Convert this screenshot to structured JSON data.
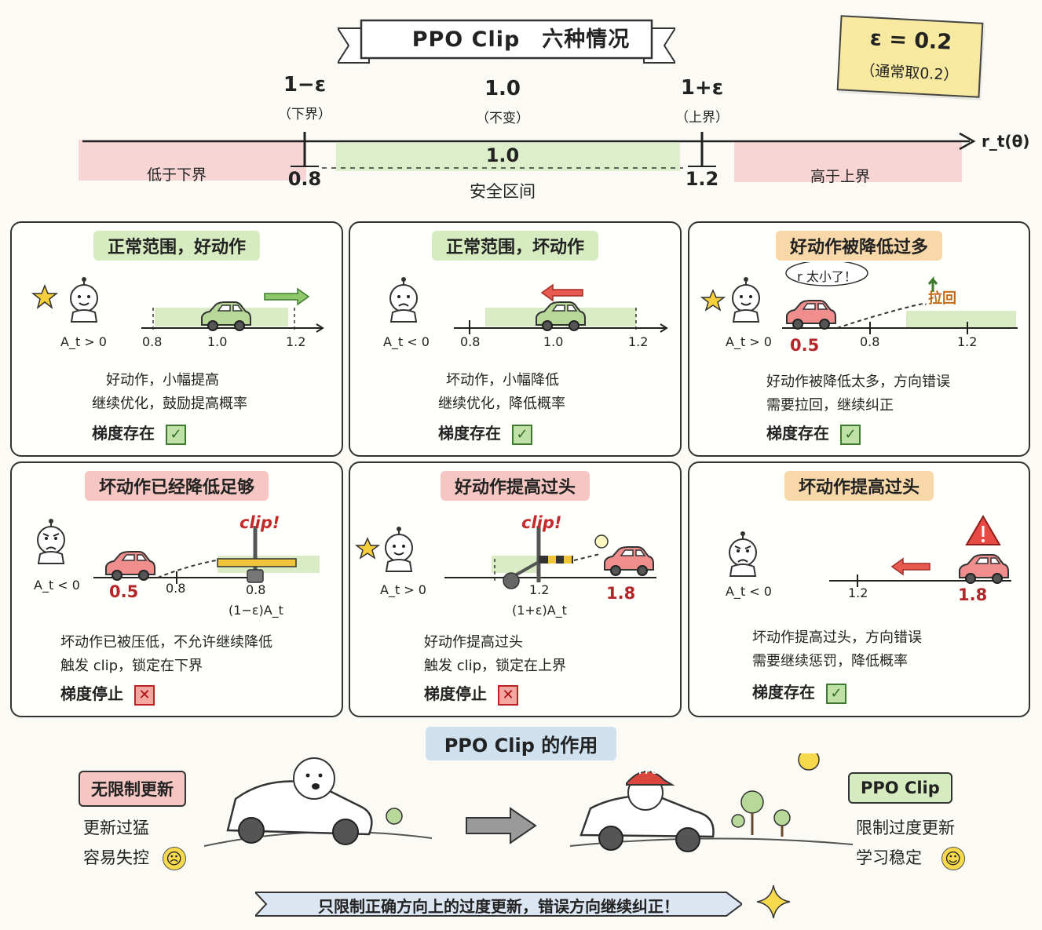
{
  "title": "PPO Clip　六种情况",
  "note": {
    "eps": "ε = 0.2",
    "sub": "（通常取0.2）"
  },
  "axis": {
    "lower_symbol": "1−ε",
    "lower_name": "（下界）",
    "mid_symbol": "1.0",
    "mid_name": "（不变）",
    "upper_symbol": "1+ε",
    "upper_name": "（上界）",
    "var": "r_t(θ)",
    "tick_low": "0.8",
    "tick_mid": "1.0",
    "tick_high": "1.2",
    "zone_low": "低于下界",
    "zone_safe": "安全区间",
    "zone_high": "高于上界"
  },
  "panels": [
    {
      "title": "正常范围，好动作",
      "adv": "A_t > 0",
      "ticks": [
        "0.8",
        "1.0",
        "1.2"
      ],
      "desc": [
        "好动作，小幅提高",
        "继续优化，鼓励提高概率"
      ],
      "grad": "梯度存在",
      "ok": true
    },
    {
      "title": "正常范围，坏动作",
      "adv": "A_t < 0",
      "ticks": [
        "0.8",
        "1.0",
        "1.2"
      ],
      "desc": [
        "坏动作，小幅降低",
        "继续优化，降低概率"
      ],
      "grad": "梯度存在",
      "ok": true
    },
    {
      "title": "好动作被降低过多",
      "adv": "A_t > 0",
      "bubble": "r 太小了！",
      "pull": "拉回",
      "value": "0.5",
      "ticks": [
        "0.8",
        "1.2"
      ],
      "desc": [
        "好动作被降低太多，方向错误",
        "需要拉回，继续纠正"
      ],
      "grad": "梯度存在",
      "ok": true
    },
    {
      "title": "坏动作已经降低足够",
      "adv": "A_t < 0",
      "clip": "clip!",
      "value": "0.5",
      "ticks": [
        "0.8",
        "0.8"
      ],
      "formula": "(1−ε)A_t",
      "desc": [
        "坏动作已被压低，不允许继续降低",
        "触发 clip，锁定在下界"
      ],
      "grad": "梯度停止",
      "ok": false
    },
    {
      "title": "好动作提高过头",
      "adv": "A_t > 0",
      "clip": "clip!",
      "value": "1.8",
      "ticks": [
        "1.2"
      ],
      "formula": "(1+ε)A_t",
      "desc": [
        "好动作提高过头",
        "触发 clip，锁定在上界"
      ],
      "grad": "梯度停止",
      "ok": false
    },
    {
      "title": "坏动作提高过头",
      "adv": "A_t < 0",
      "value": "1.8",
      "ticks": [
        "1.2"
      ],
      "desc": [
        "坏动作提高过头，方向错误",
        "需要继续惩罚，降低概率"
      ],
      "grad": "梯度存在",
      "ok": true
    }
  ],
  "bottom": {
    "title": "PPO Clip 的作用",
    "left_box": "无限制更新",
    "left_lines": [
      "更新过猛",
      "容易失控"
    ],
    "right_box": "PPO Clip",
    "right_lines": [
      "限制过度更新",
      "学习稳定"
    ],
    "cap_label": "PPO",
    "footer": "只限制正确方向上的过度更新，错误方向继续纠正！"
  },
  "colors": {
    "safe": "#d9ecc6",
    "danger": "#f6cccc",
    "red_value": "#b3262a",
    "check": "#bfe0a6",
    "cross": "#f4a7a0"
  }
}
